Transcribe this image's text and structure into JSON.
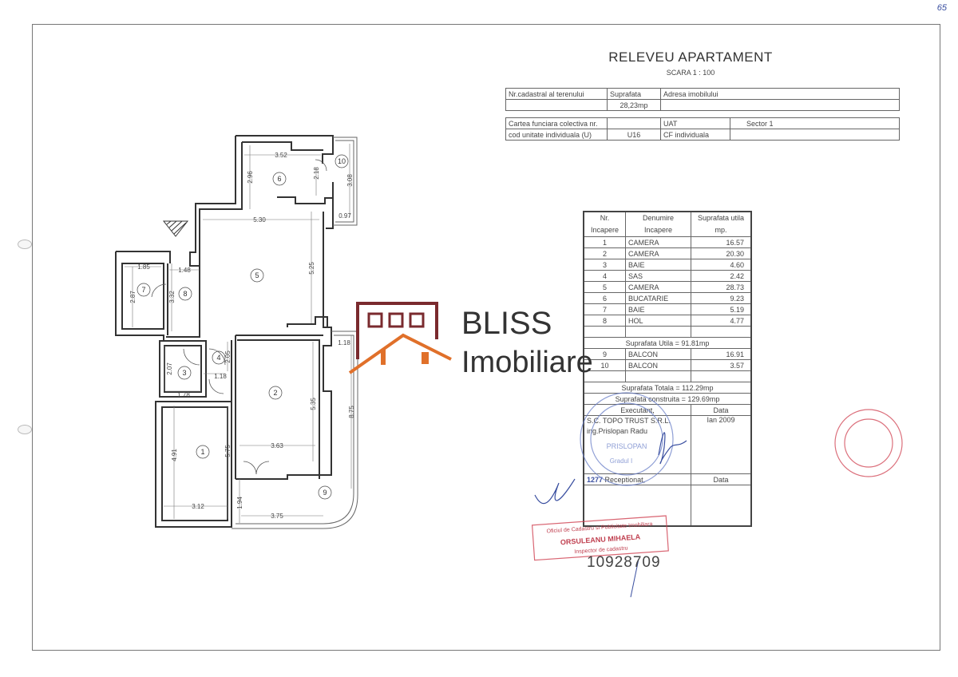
{
  "page_number": "65",
  "header": {
    "title": "RELEVEU  APARTAMENT",
    "scale": "SCARA  1 : 100"
  },
  "info_table_1": {
    "cadastral_label": "Nr.cadastral al terenului",
    "surface_label": "Suprafata",
    "address_label": "Adresa imobilului",
    "cadastral_value": "",
    "surface_value": "28,23mp",
    "address_value": ""
  },
  "info_table_2": {
    "cf_label": "Cartea funciara colectiva nr.",
    "cf_value": "",
    "uat_label": "UAT",
    "uat_value": "Sector 1",
    "unit_code_label": "cod unitate individuala (U)",
    "unit_code_value": "U16",
    "cf_individual_label": "CF individuala",
    "cf_individual_value": ""
  },
  "rooms_table": {
    "headers": [
      "Nr. Incapere",
      "Denumire Incapere",
      "Suprafata utila mp."
    ],
    "rows": [
      {
        "nr": "1",
        "name": "CAMERA",
        "area": "16.57"
      },
      {
        "nr": "2",
        "name": "CAMERA",
        "area": "20.30"
      },
      {
        "nr": "3",
        "name": "BAIE",
        "area": "4.60"
      },
      {
        "nr": "4",
        "name": "SAS",
        "area": "2.42"
      },
      {
        "nr": "5",
        "name": "CAMERA",
        "area": "28.73"
      },
      {
        "nr": "6",
        "name": "BUCATARIE",
        "area": "9.23"
      },
      {
        "nr": "7",
        "name": "BAIE",
        "area": "5.19"
      },
      {
        "nr": "8",
        "name": "HOL",
        "area": "4.77"
      }
    ],
    "useful_total": "Suprafata Utila = 91.81mp",
    "balconies": [
      {
        "nr": "9",
        "name": "BALCON",
        "area": "16.91"
      },
      {
        "nr": "10",
        "name": "BALCON",
        "area": "3.57"
      }
    ],
    "total": "Suprafata Totala = 112.29mp",
    "built": "Suprafata construita = 129.69mp",
    "executant_label": "Executant,",
    "date_label": "Data",
    "company": "S.C. TOPO TRUST S.R.L.",
    "engineer": "ing.Prislopan Radu",
    "date_value": "Ian 2009",
    "received_label": "Receptionat,",
    "received_date_label": "Data",
    "stamp_number": "1277"
  },
  "stamps": {
    "surveyor_name": "PRISLOPAN",
    "surveyor_grade": "Gradul I",
    "office_line1": "Oficiul de Cadastru si Publicitate Imobiliara",
    "office_line2": "ORSULEANU MIHAELA",
    "office_line3": "Inspector de cadastru"
  },
  "document_number": "10928709",
  "logo": {
    "line1": "BLISS",
    "line2": "Imobiliare",
    "color_dark": "#7a2a2e",
    "color_orange": "#e0702a"
  },
  "plan": {
    "room_numbers": [
      "1",
      "2",
      "3",
      "4",
      "5",
      "6",
      "7",
      "8",
      "9",
      "10"
    ],
    "dimensions": {
      "d_352": "3.52",
      "d_296": "2.96",
      "d_218": "2.18",
      "d_308": "3.08",
      "d_097": "0.97",
      "d_530": "5.30",
      "d_525": "5.25",
      "d_185": "1.85",
      "d_287": "2.87",
      "d_148": "1.48",
      "d_332": "3.32",
      "d_118a": "1.18",
      "d_207": "2.07",
      "d_205": "2.05",
      "d_118b": "1.18",
      "d_178": "1.78",
      "d_535": "5.35",
      "d_875": "8.75",
      "d_363": "3.63",
      "d_491": "4.91",
      "d_575": "5.75",
      "d_312": "3.12",
      "d_194": "1.94",
      "d_375": "3.75"
    }
  }
}
